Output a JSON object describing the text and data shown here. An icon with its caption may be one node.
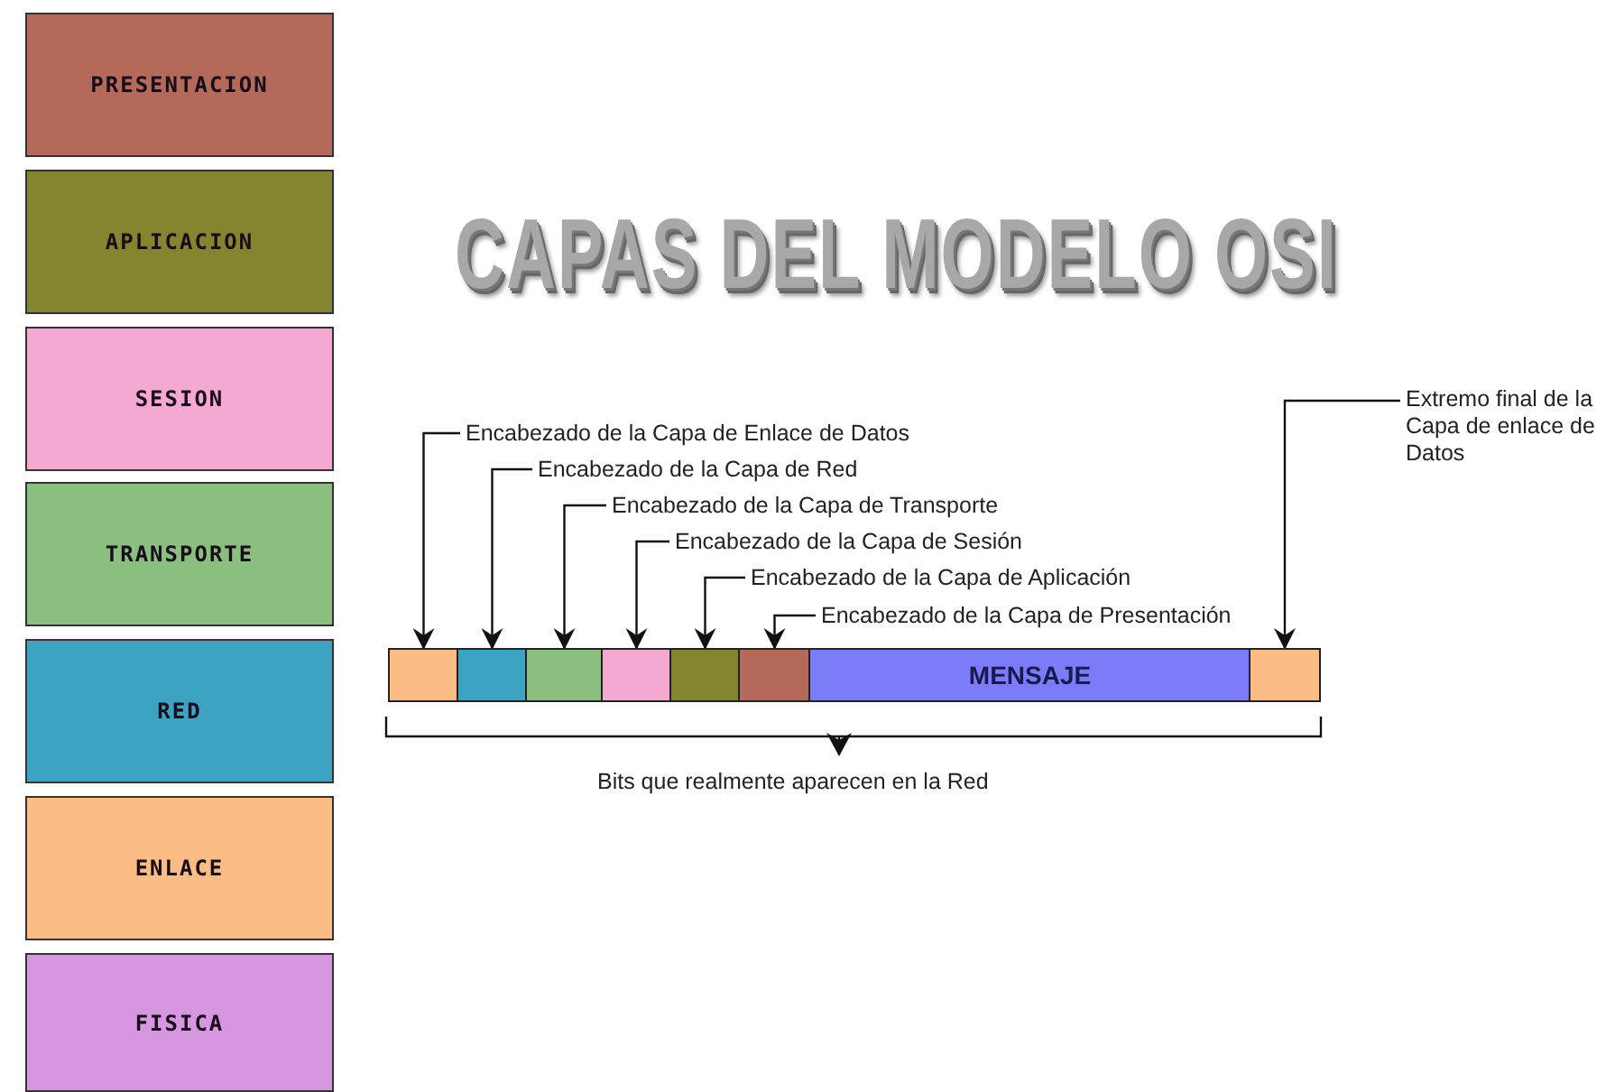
{
  "diagram": {
    "title": "CAPAS DEL MODELO OSI",
    "nodes": [
      {
        "text": [
          "PRESENTACION"
        ]
      },
      {
        "text": [
          "APLICACION"
        ]
      },
      {
        "text": [
          "SESION"
        ]
      },
      {
        "text": [
          "TRANSPORTE"
        ]
      },
      {
        "text": [
          "RED"
        ]
      },
      {
        "text": [
          "ENLACE"
        ]
      },
      {
        "text": [
          "FISICA"
        ]
      },
      {
        "text": [],
        "shape": "box"
      },
      {
        "text": [],
        "shape": "box"
      },
      {
        "text": [],
        "shape": "box"
      },
      {
        "text": [],
        "shape": "box"
      },
      {
        "text": [],
        "shape": "box"
      },
      {
        "text": [],
        "shape": "box"
      },
      {
        "text": [
          "MENSAJE"
        ]
      },
      {
        "text": [],
        "shape": "box"
      },
      {
        "text": [
          "Encabezado de la Capa de Enlace de Datos"
        ]
      },
      {
        "text": [
          "Encabezado de la Capa de Red"
        ]
      },
      {
        "text": [
          "Encabezado de la Capa de Transporte"
        ]
      },
      {
        "text": [
          "Encabezado de la Capa de Sesión"
        ]
      },
      {
        "text": [
          "Encabezado de la Capa de Aplicación"
        ]
      },
      {
        "text": [
          "Encabezado de la Capa de Presentación"
        ]
      },
      {
        "text": [
          "Extremo final de la Capa de enlace de Datos"
        ]
      }
    ],
    "edges": [
      {
        "from": 15,
        "to": 7,
        "arrow": "to"
      },
      {
        "from": 16,
        "to": 8,
        "arrow": "to"
      },
      {
        "from": 17,
        "to": 9,
        "arrow": "to"
      },
      {
        "from": 18,
        "to": 10,
        "arrow": "to"
      },
      {
        "from": 19,
        "to": 11,
        "arrow": "to"
      },
      {
        "from": 20,
        "to": 12,
        "arrow": "to"
      },
      {
        "from": 21,
        "to": 14,
        "arrow": "to"
      }
    ],
    "labels": [
      "Bits que realmente aparecen en la Red"
    ]
  }
}
